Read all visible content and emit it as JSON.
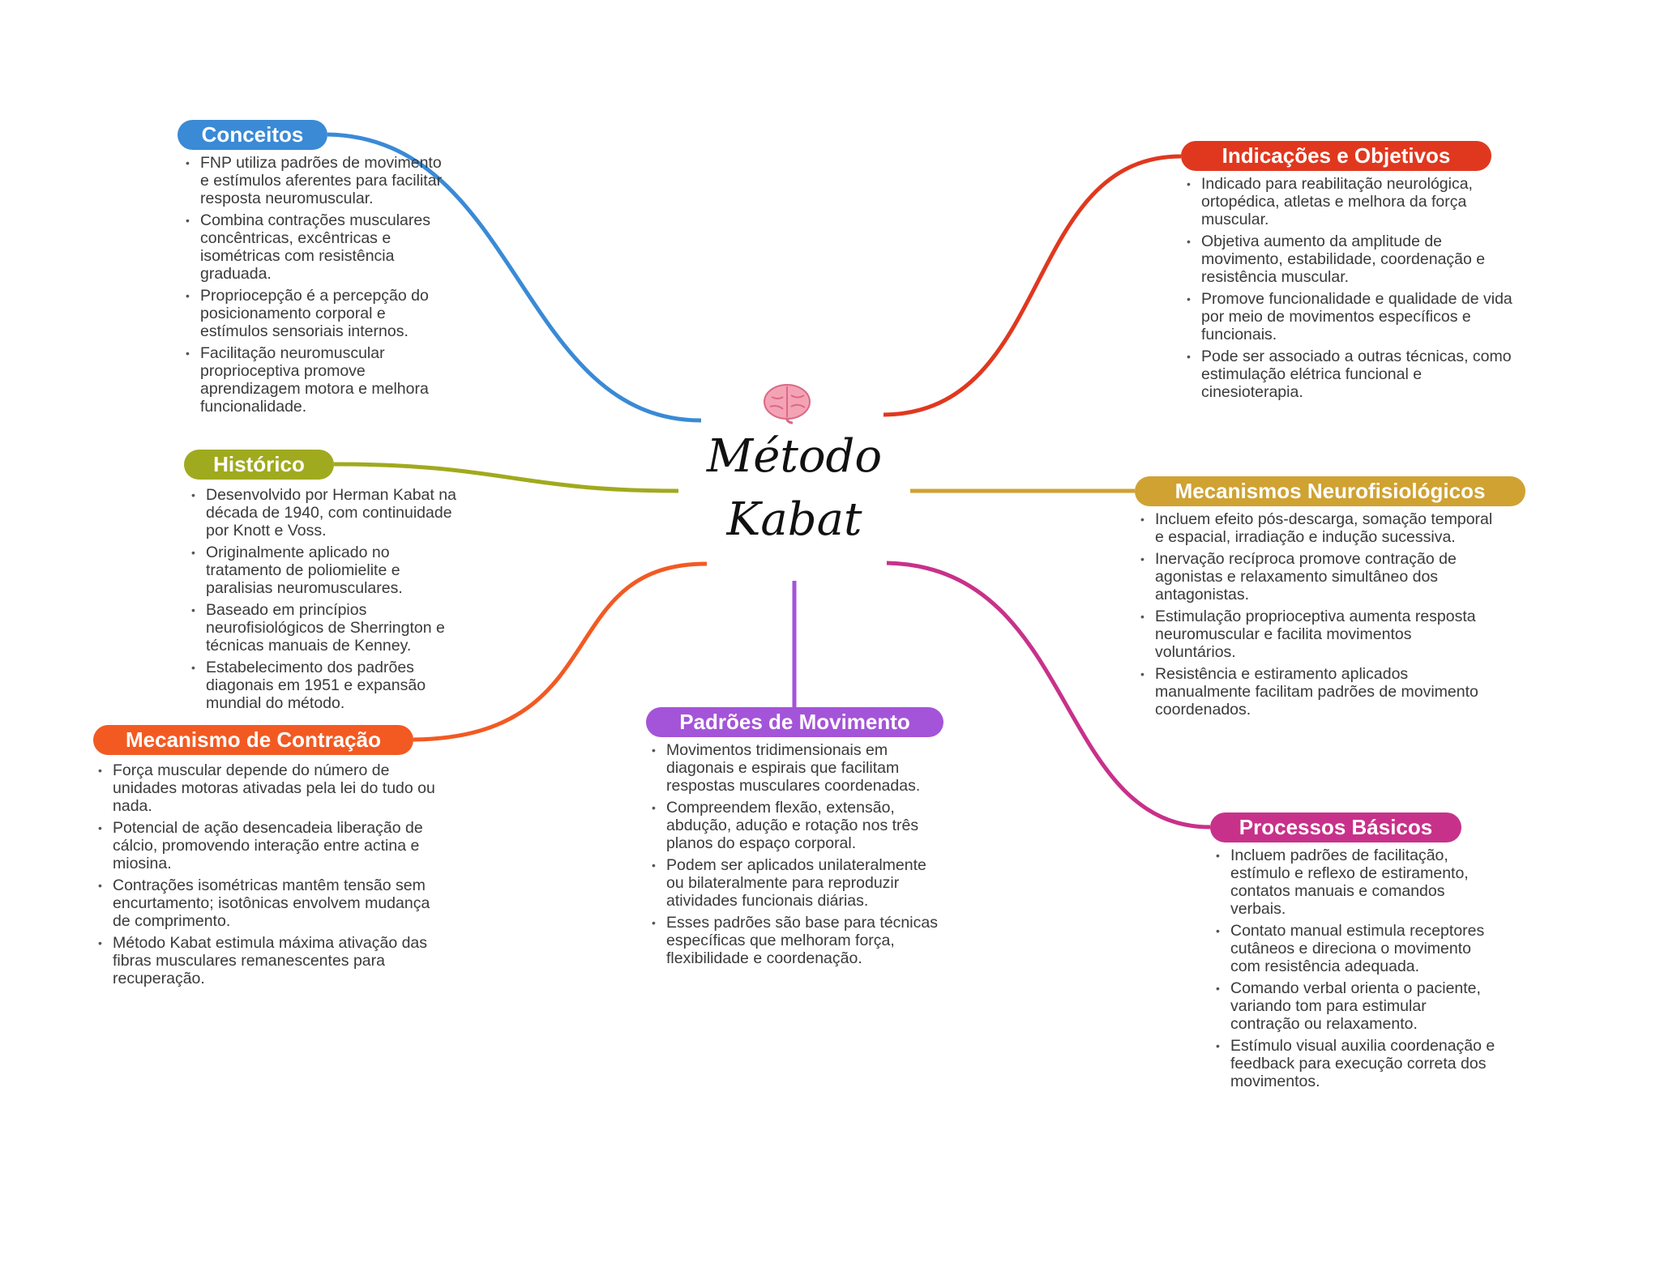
{
  "center": {
    "line1": "Método",
    "line2": "Kabat",
    "icon": "brain-icon"
  },
  "branches": {
    "conceitos": {
      "title": "Conceitos",
      "color": "#3a8ad6",
      "items": [
        "FNP utiliza padrões de movimento e estímulos aferentes para facilitar resposta neuromuscular.",
        "Combina contrações musculares concêntricas, excêntricas e isométricas com resistência graduada.",
        "Propriocepção é a percepção do posicionamento corporal e estímulos sensoriais internos.",
        "Facilitação neuromuscular proprioceptiva promove aprendizagem motora e melhora funcionalidade."
      ]
    },
    "historico": {
      "title": "Histórico",
      "color": "#a0aa1e",
      "items": [
        "Desenvolvido por Herman Kabat na década de 1940, com continuidade por Knott e Voss.",
        "Originalmente aplicado no tratamento de poliomielite e paralisias neuromusculares.",
        "Baseado em princípios neurofisiológicos de Sherrington e técnicas manuais de Kenney.",
        "Estabelecimento dos padrões diagonais em 1951 e expansão mundial do método."
      ]
    },
    "contracao": {
      "title": "Mecanismo de Contração",
      "color": "#f25a22",
      "items": [
        "Força muscular depende do número de unidades motoras ativadas pela lei do tudo ou nada.",
        "Potencial de ação desencadeia liberação de cálcio, promovendo interação entre actina e miosina.",
        "Contrações isométricas mantêm tensão sem encurtamento; isotônicas envolvem mudança de comprimento.",
        "Método Kabat estimula máxima ativação das fibras musculares remanescentes para recuperação."
      ]
    },
    "padroes": {
      "title": "Padrões de Movimento",
      "color": "#a454d8",
      "items": [
        "Movimentos tridimensionais em diagonais e espirais que facilitam respostas musculares coordenadas.",
        "Compreendem flexão, extensão, abdução, adução e rotação nos três planos do espaço corporal.",
        "Podem ser aplicados unilateralmente ou bilateralmente para reproduzir atividades funcionais diárias.",
        "Esses padrões são base para técnicas específicas que melhoram força, flexibilidade e coordenação."
      ]
    },
    "indicacoes": {
      "title": "Indicações e Objetivos",
      "color": "#e0381f",
      "items": [
        "Indicado para reabilitação neurológica, ortopédica, atletas e melhora da força muscular.",
        "Objetiva aumento da amplitude de movimento, estabilidade, coordenação e resistência muscular.",
        "Promove funcionalidade e qualidade de vida por meio de movimentos específicos e funcionais.",
        "Pode ser associado a outras técnicas, como estimulação elétrica funcional e cinesioterapia."
      ]
    },
    "neuro": {
      "title": "Mecanismos Neurofisiológicos",
      "color": "#cfa232",
      "items": [
        "Incluem efeito pós-descarga, somação temporal e espacial, irradiação e indução sucessiva.",
        "Inervação recíproca promove contração de agonistas e relaxamento simultâneo dos antagonistas.",
        "Estimulação proprioceptiva aumenta resposta neuromuscular e facilita movimentos voluntários.",
        "Resistência e estiramento aplicados manualmente facilitam padrões de movimento coordenados."
      ]
    },
    "processos": {
      "title": "Processos Básicos",
      "color": "#c8318a",
      "items": [
        "Incluem padrões de facilitação, estímulo e reflexo de estiramento, contatos manuais e comandos verbais.",
        "Contato manual estimula receptores cutâneos e direciona o movimento com resistência adequada.",
        "Comando verbal orienta o paciente, variando tom para estimular contração ou relaxamento.",
        "Estímulo visual auxilia coordenação e feedback para execução correta dos movimentos."
      ]
    }
  }
}
